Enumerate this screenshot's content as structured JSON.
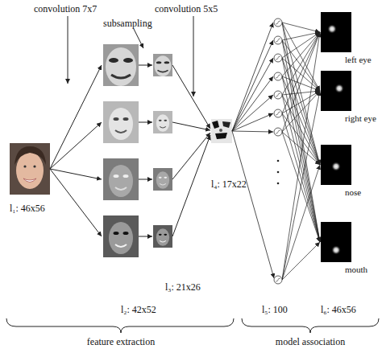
{
  "diagram": {
    "nodes": [
      {
        "text": [
          "l₁: 46x56"
        ]
      },
      {
        "text": [
          "left eye"
        ]
      },
      {
        "text": [
          "right eye"
        ]
      },
      {
        "text": [
          "nose"
        ]
      },
      {
        "text": [
          "mouth"
        ]
      }
    ],
    "labels": [
      "convolution 7x7",
      "subsampling",
      "convolution 5x5",
      "l₂: 42x52",
      "l₃: 21x26",
      "l₄: 17x22",
      "l₅: 100",
      "l₆: 46x56",
      "feature extraction",
      "model association"
    ]
  }
}
